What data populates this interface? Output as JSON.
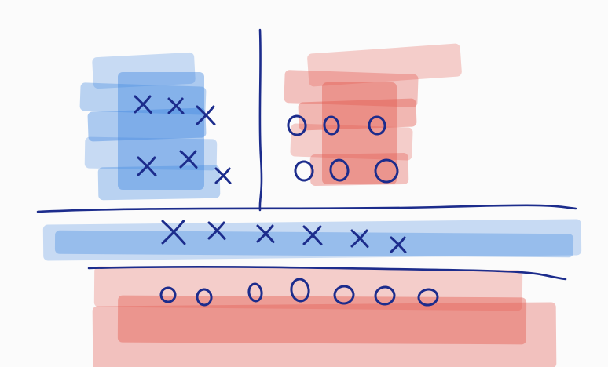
{
  "colors": {
    "background": "#fbfbfb",
    "blue_region": "#3f86e0",
    "red_region": "#e2574c",
    "ink": "#1c2c8c"
  },
  "regions": [
    {
      "name": "top-left-block",
      "class": "x",
      "color": "blue"
    },
    {
      "name": "top-right-block",
      "class": "o",
      "color": "red"
    },
    {
      "name": "middle-band",
      "class": "x",
      "color": "blue"
    },
    {
      "name": "bottom-band",
      "class": "o",
      "color": "red"
    }
  ],
  "marks": {
    "top_left_rows": [
      [
        "x",
        "x",
        "x"
      ],
      [
        "x",
        "x",
        "x"
      ]
    ],
    "top_right_rows": [
      [
        "o",
        "o",
        "o"
      ],
      [
        "o",
        "o",
        "o"
      ]
    ],
    "middle_row": [
      "x",
      "x",
      "x",
      "x",
      "x",
      "x"
    ],
    "bottom_row": [
      "o",
      "o",
      "o",
      "o",
      "o",
      "o",
      "o"
    ]
  },
  "boundaries": [
    "vertical-divider",
    "upper-horizontal-divider",
    "lower-horizontal-divider"
  ]
}
